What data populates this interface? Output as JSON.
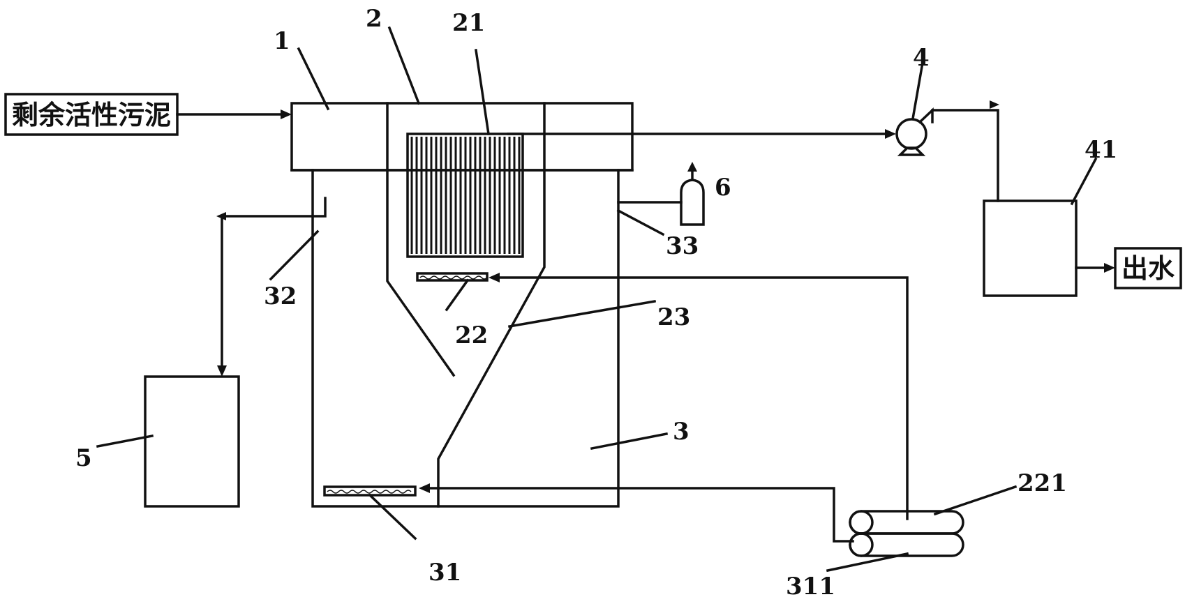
{
  "inputs": {
    "sludge": "剩余活性污泥",
    "effluent": "出水"
  },
  "labels": {
    "l1": "1",
    "l2": "2",
    "l21": "21",
    "l22": "22",
    "l23": "23",
    "l3": "3",
    "l31": "31",
    "l32": "32",
    "l33": "33",
    "l4": "4",
    "l41": "41",
    "l5": "5",
    "l6": "6",
    "l221": "221",
    "l311": "311"
  }
}
